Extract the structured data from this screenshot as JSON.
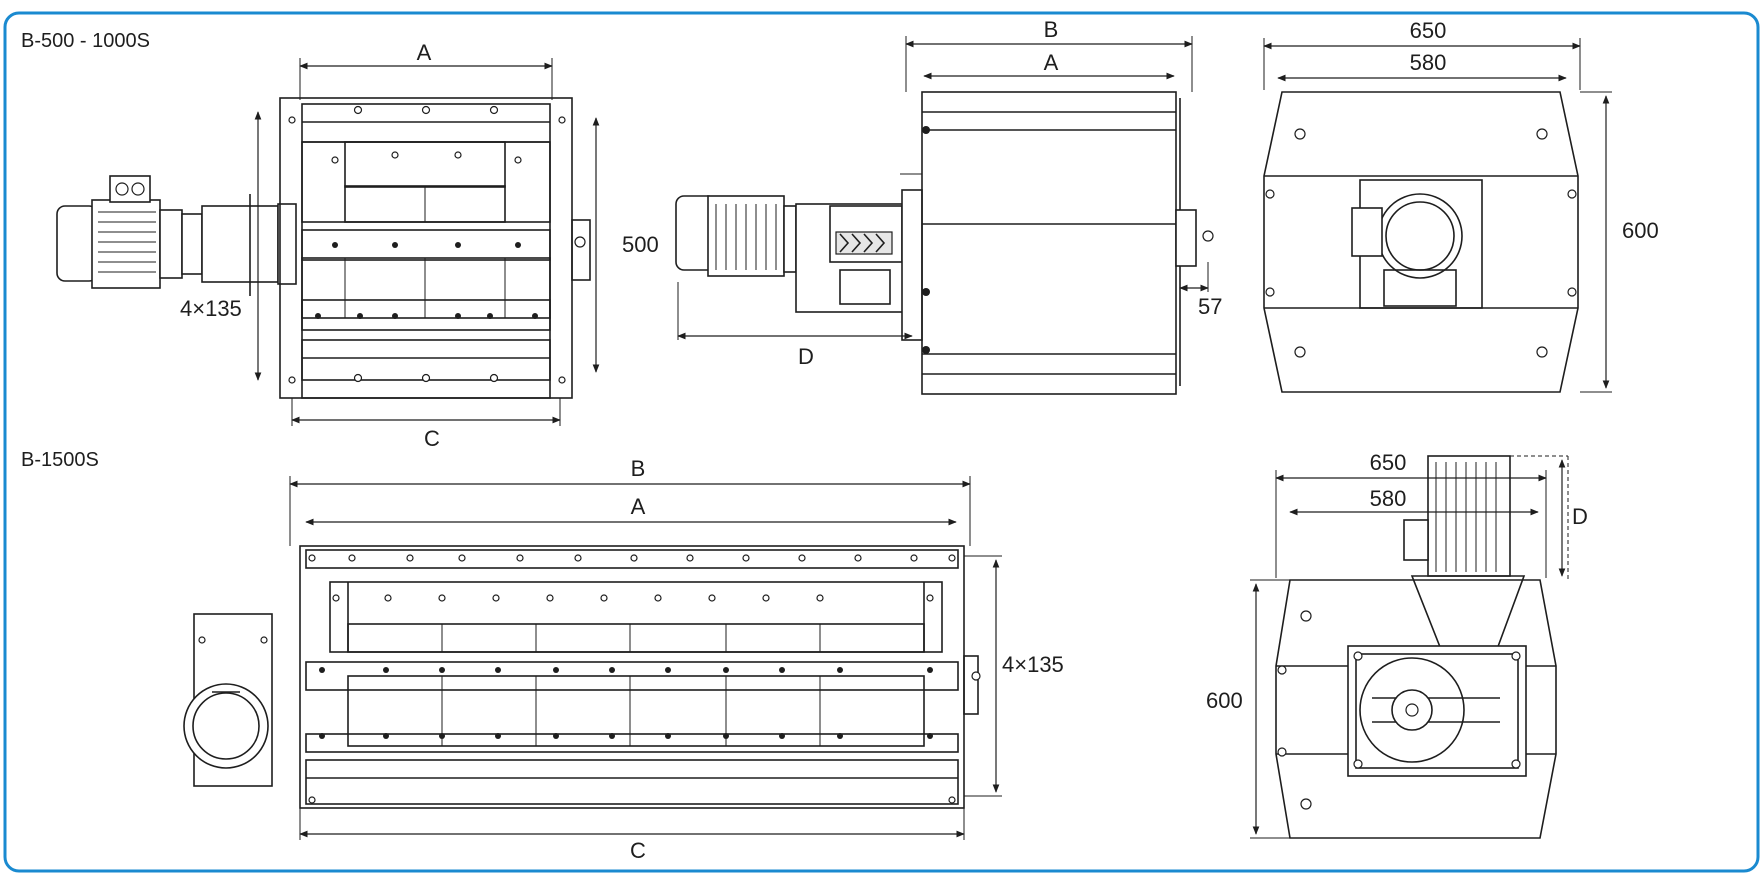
{
  "colors": {
    "frame": "#1a8ad0",
    "line": "#1e1e1e",
    "background": "#ffffff"
  },
  "top": {
    "title": "B-500 - 1000S",
    "front": {
      "dim_a": "A",
      "dim_c": "C",
      "dim_pitch": "4×135"
    },
    "side": {
      "dim_b": "B",
      "dim_a": "A",
      "dim_500": "500",
      "dim_d": "D",
      "dim_57": "57"
    },
    "end": {
      "dim_650": "650",
      "dim_580": "580",
      "dim_600": "600"
    }
  },
  "bottom": {
    "title": "B-1500S",
    "front": {
      "dim_b": "B",
      "dim_a": "A",
      "dim_c": "C",
      "dim_pitch": "4×135"
    },
    "end": {
      "dim_650": "650",
      "dim_580": "580",
      "dim_d": "D",
      "dim_600": "600"
    }
  }
}
